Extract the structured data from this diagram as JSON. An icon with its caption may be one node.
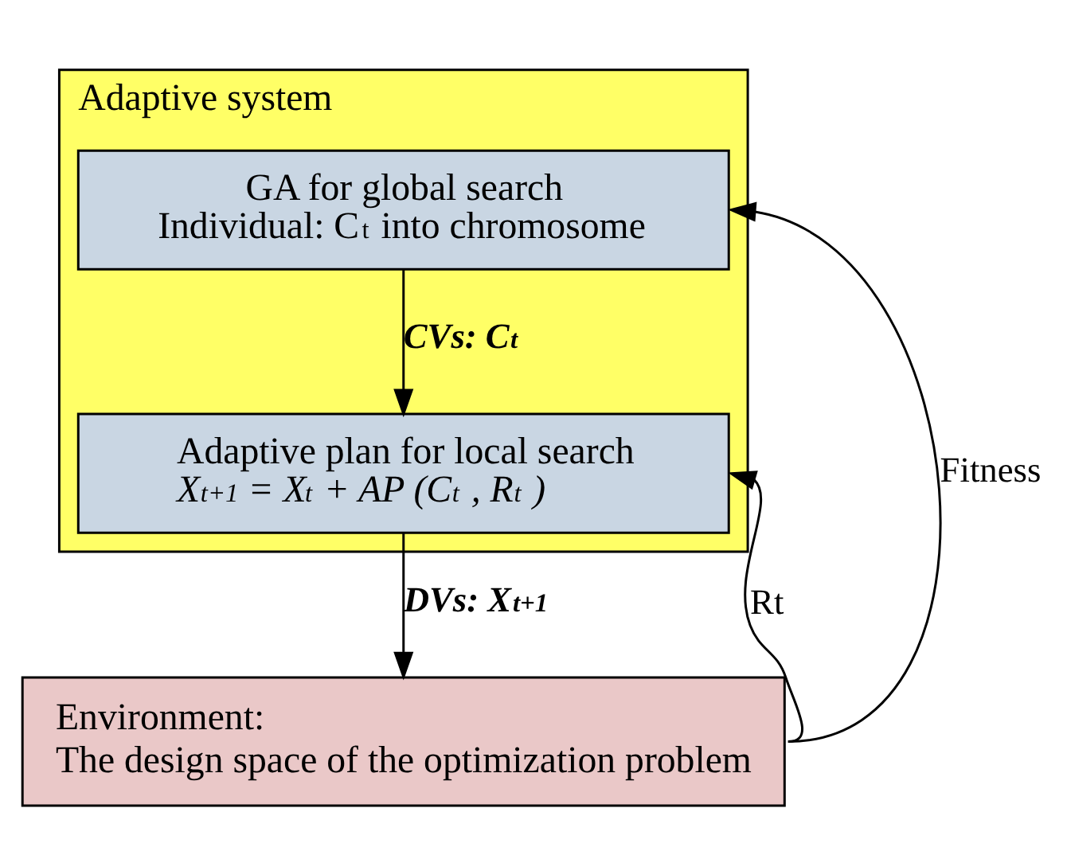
{
  "diagram": {
    "nodes": [
      {
        "text": [
          "Adaptive system"
        ]
      },
      {
        "text": [
          "GA for global search",
          "Individual: C$_{t}$ into chromosome"
        ],
        "in": 0
      },
      {
        "text": [
          "Adaptive plan for local search",
          "X$_{t+1}$ = X$_{t}$ + AP (C$_{t}$ , R$_{t}$ )"
        ],
        "in": 0
      },
      {
        "text": [
          "Environment:",
          "The design space of the optimization problem"
        ]
      }
    ],
    "edges": [
      {
        "from": 1,
        "to": 2,
        "arrow": "to",
        "label": "CVs: C$_{t}$"
      },
      {
        "from": 2,
        "to": 3,
        "arrow": "to",
        "label": "DVs: X$_{t+1}$"
      },
      {
        "from": 3,
        "to": 1,
        "arrow": "to",
        "label": "Fitness"
      },
      {
        "from": 3,
        "to": 2,
        "arrow": "to",
        "label": "Rt"
      }
    ]
  }
}
